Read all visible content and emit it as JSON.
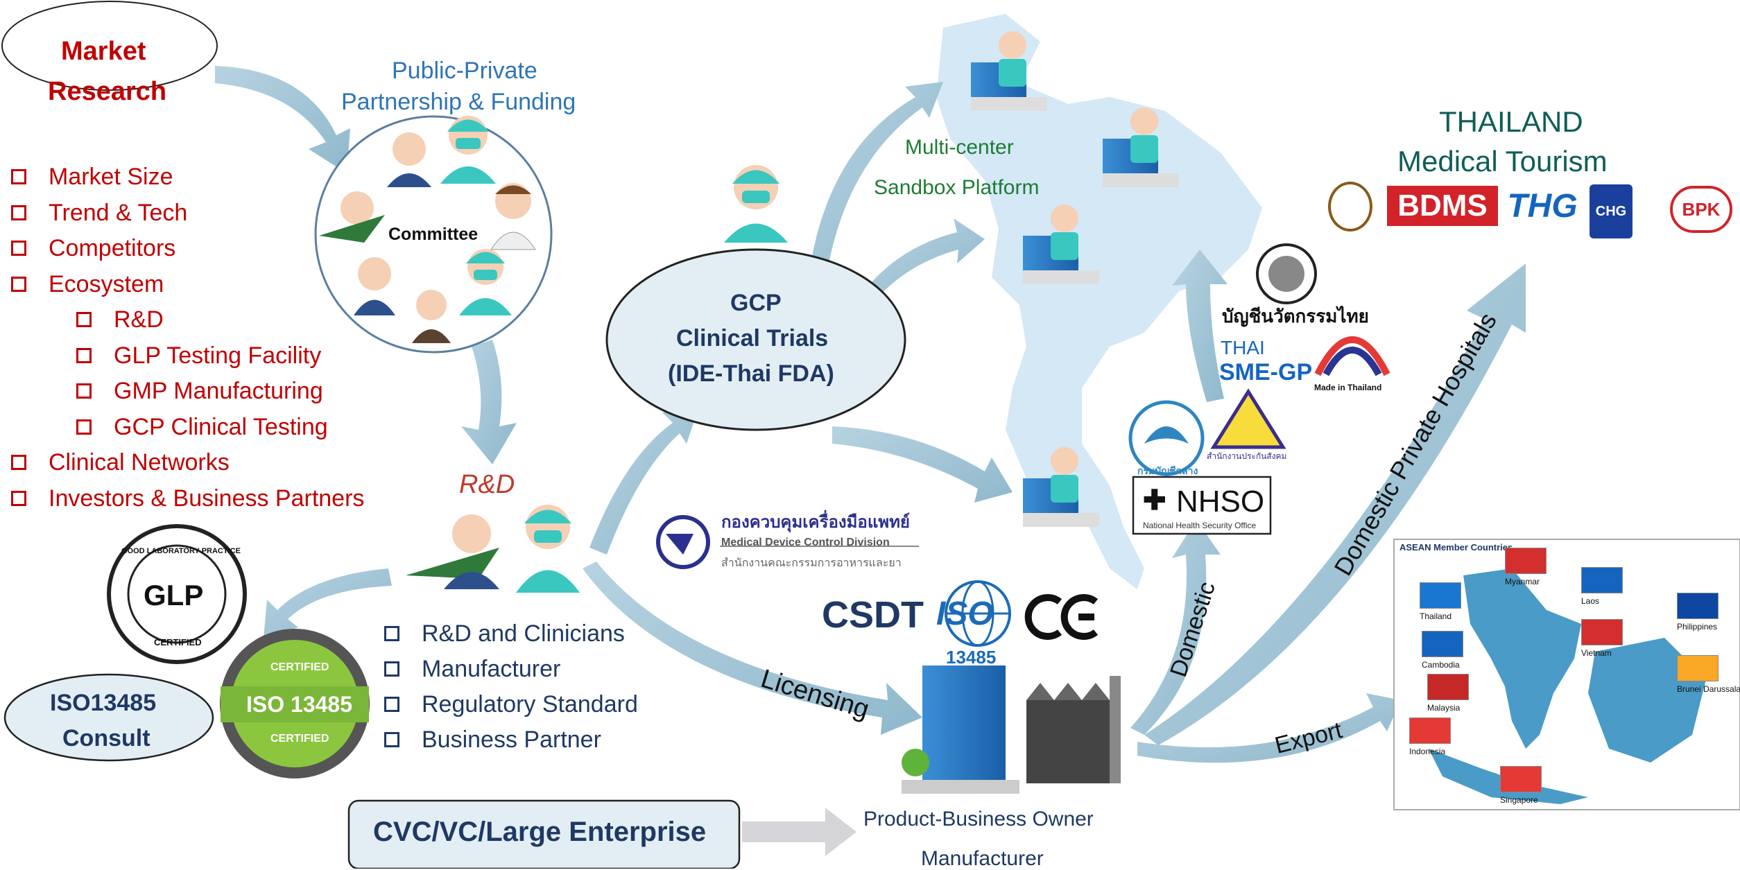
{
  "market_research": {
    "line1": "Market",
    "line2": "Research"
  },
  "ppp": {
    "line1": "Public-Private",
    "line2": "Partnership & Funding"
  },
  "committee_label": "Committee",
  "market_list": [
    {
      "label": "Market Size",
      "level": 0
    },
    {
      "label": "Trend & Tech",
      "level": 0
    },
    {
      "label": "Competitors",
      "level": 0
    },
    {
      "label": "Ecosystem",
      "level": 0
    },
    {
      "label": "R&D",
      "level": 1
    },
    {
      "label": "GLP Testing Facility",
      "level": 1
    },
    {
      "label": "GMP Manufacturing",
      "level": 1
    },
    {
      "label": "GCP Clinical Testing",
      "level": 1
    },
    {
      "label": "Clinical Networks",
      "level": 0
    },
    {
      "label": "Investors & Business Partners",
      "level": 0
    }
  ],
  "rd_label": "R&D",
  "rd_list": [
    "R&D and Clinicians",
    "Manufacturer",
    "Regulatory Standard",
    "Business Partner"
  ],
  "glp_badge": {
    "text": "GLP",
    "ring_top": "GOOD LABORATORY PRACTICE",
    "ring_bottom": "CERTIFIED"
  },
  "iso_badge": {
    "text": "ISO 13485",
    "ring_top": "CERTIFIED",
    "ring_bottom": "CERTIFIED"
  },
  "iso_consult": {
    "line1": "ISO13485",
    "line2": "Consult"
  },
  "gcp": {
    "line1": "GCP",
    "line2": "Clinical Trials",
    "line3": "(IDE-Thai FDA)"
  },
  "mdcd": {
    "thai_title": "กองควบคุมเครื่องมือแพทย์",
    "en_title": "Medical Device Control Division",
    "thai_sub": "สำนักงานคณะกรรมการอาหารและยา"
  },
  "sandbox": {
    "line1": "Multi-center",
    "line2": "Sandbox Platform"
  },
  "thailand_mt": {
    "line1": "THAILAND",
    "line2": "Medical Tourism"
  },
  "hospital_logos": [
    "BDMS",
    "THG",
    "CHG",
    "BPK"
  ],
  "thai_registry": "บัญชีนวัตกรรมไทย",
  "sme_gp": {
    "line1": "THAI",
    "line2": "SME-GP"
  },
  "made_in_thailand": "Made in Thailand",
  "cgd_text": "กรมบัญชีกลาง",
  "sso_text": "สำนักงานประกันสังคม",
  "nhso": {
    "title": "NHSO",
    "sub": "National Health Security Office"
  },
  "cert_logos": {
    "csdt": "CSDT",
    "iso": "ISO",
    "iso_num": "13485",
    "ce": "CE"
  },
  "arrow_labels": {
    "licensing": "Licensing",
    "domestic": "Domestic",
    "export": "Export",
    "private_hospitals": "Domestic Private Hospitals"
  },
  "product_owner": {
    "line1": "Product-Business Owner",
    "line2": "Manufacturer"
  },
  "cvc": "CVC/VC/Large Enterprise",
  "asean": {
    "title": "ASEAN Member Countries",
    "countries": [
      "Myanmar",
      "Thailand",
      "Laos",
      "Philippines",
      "Cambodia",
      "Vietnam",
      "Brunei Darussalam",
      "Malaysia",
      "Indonesia",
      "Singapore"
    ]
  },
  "colors": {
    "red": "#c00000",
    "navy": "#1f3864",
    "arrow": "#9fc3d6",
    "map": "#c6e0f2",
    "ellipse_fill": "#e2eef4",
    "teal": "#0f5e57"
  }
}
